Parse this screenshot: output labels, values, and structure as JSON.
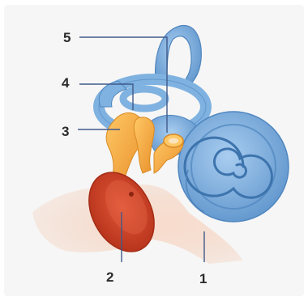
{
  "diagram": {
    "labels": [
      {
        "id": "1",
        "text": "1"
      },
      {
        "id": "2",
        "text": "2"
      },
      {
        "id": "3",
        "text": "3"
      },
      {
        "id": "4",
        "text": "4"
      },
      {
        "id": "5",
        "text": "5"
      }
    ],
    "colors": {
      "background": "#f6f6f6",
      "canal_skin": "#f2c2a8",
      "eardrum": "#d94a2b",
      "eardrum_dark": "#b5321a",
      "ossicles": "#f2a53a",
      "ossicles_light": "#ffc866",
      "inner_ear_blue": "#7fb2e0",
      "inner_ear_blue_dark": "#4f86bf",
      "leader_line": "#3f5a8a"
    },
    "icons": [
      "ear-anatomy-illustration"
    ]
  }
}
